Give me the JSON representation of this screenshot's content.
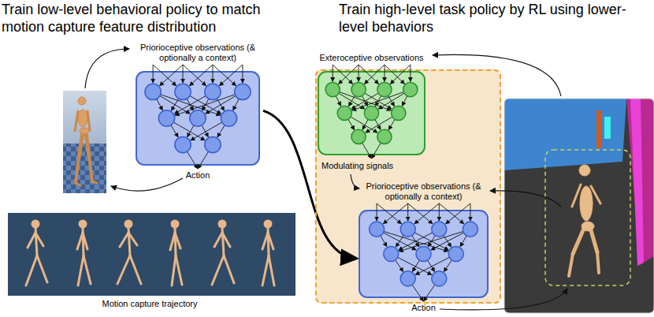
{
  "diagram": {
    "nodes": [
      {
        "text": [
          "Priorioceptive observations (& optionally a context)",
          "Action"
        ]
      },
      {
        "text": [
          "Modulating signals"
        ]
      },
      {
        "text": [
          "Exteroceptive observations"
        ],
        "in": 1
      },
      {
        "text": [
          "Priorioceptive observations (& optionally a context)",
          "Action"
        ],
        "in": 1
      }
    ],
    "edges": [
      {
        "from": 0,
        "to": 3,
        "arrow": "to"
      }
    ],
    "labels": [
      "Train low-level behavioral policy to match motion capture feature distribution",
      "Train high-level task policy by RL using lower-level behaviors",
      "Motion capture trajectory"
    ]
  }
}
